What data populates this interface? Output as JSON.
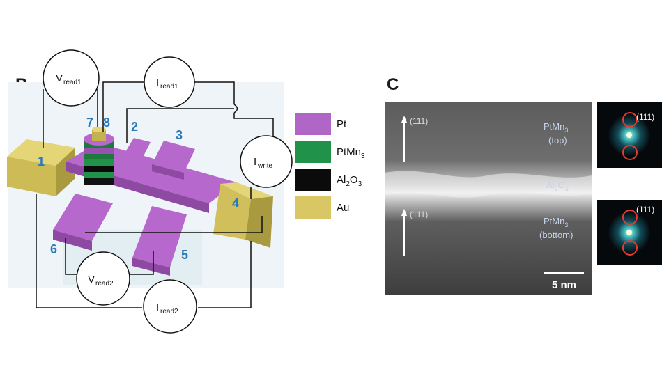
{
  "panel_b": {
    "letter": "B",
    "pads": [
      "1",
      "2",
      "3",
      "4",
      "5",
      "6",
      "7",
      "8"
    ],
    "meters": {
      "v_read1": {
        "main": "V",
        "sub": "read1"
      },
      "i_read1": {
        "main": "I",
        "sub": "read1"
      },
      "i_write": {
        "main": "I",
        "sub": "write"
      },
      "v_read2": {
        "main": "V",
        "sub": "read2"
      },
      "i_read2": {
        "main": "I",
        "sub": "read2"
      }
    },
    "legend": [
      {
        "main": "Pt",
        "sub": "",
        "tail": "",
        "color": "#b066c6"
      },
      {
        "main": "PtMn",
        "sub": "3",
        "tail": "",
        "color": "#21924a"
      },
      {
        "main": "Al",
        "sub": "2",
        "tail": "O",
        "sub2": "3",
        "color": "#0b0b0b"
      },
      {
        "main": "Au",
        "sub": "",
        "tail": "",
        "color": "#d9c766"
      }
    ]
  },
  "panel_c": {
    "letter": "C",
    "top_layer": {
      "line1_main": "PtMn",
      "line1_sub": "3",
      "line2": "(top)"
    },
    "middle_layer": {
      "main": "Al",
      "sub": "2",
      "tail": "O",
      "sub2": "3"
    },
    "bottom_layer": {
      "line1_main": "PtMn",
      "line1_sub": "3",
      "line2": "(bottom)"
    },
    "direction_top": "(111)",
    "direction_bottom": "(111)",
    "fft_top_label": "(111)",
    "fft_bottom_label": "(111)",
    "scale_bar": "5 nm"
  },
  "colors": {
    "pt": "#b066c6",
    "ptmn3": "#21924a",
    "al2o3": "#0b0b0b",
    "au": "#d9c766",
    "pad_number": "#2a7ab8",
    "fft_circle": "#e53b2f"
  }
}
